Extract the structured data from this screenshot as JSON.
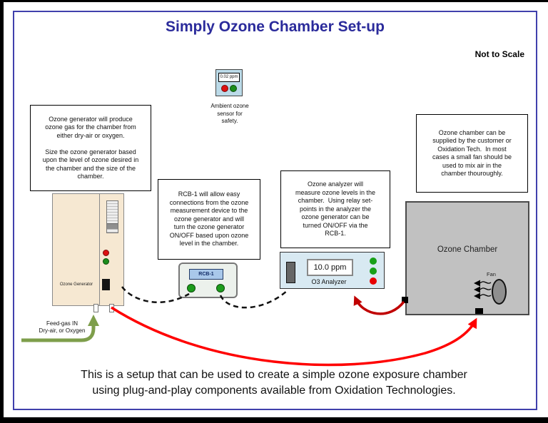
{
  "page": {
    "title": "Simply Ozone Chamber Set-up",
    "scale_note": "Not to Scale",
    "footer": "This is a setup that can be used to create a simple ozone exposure chamber\nusing plug-and-play components available from Oxidation Technologies."
  },
  "ambient_sensor": {
    "display_value": "0.02 ppm",
    "caption": "Ambient ozone\nsensor for\nsafety."
  },
  "annotations": {
    "generator": "Ozone generator will produce\nozone gas for the chamber from\neither dry-air or oxygen.\n\nSize the ozone generator based\nupon the level of ozone desired in\nthe chamber and the size of the\nchamber.",
    "rcb": "RCB-1 will allow easy\nconnections from the ozone\nmeasurement device to the\nozone generator and will\nturn the ozone generator\nON/OFF based upon ozone\nlevel in the chamber.",
    "analyzer": "Ozone analyzer will\nmeasure ozone levels in the\nchamber.  Using relay set-\npoints in the analyzer the\nozone generator can be\nturned ON/OFF via the\nRCB-1.",
    "chamber": "Ozone chamber can be\nsupplied by the customer or\nOxidation Tech.  In most\ncases a small fan should be\nused to mix air in the\nchamber thouroughly."
  },
  "devices": {
    "generator": {
      "label": "Ozone Generator"
    },
    "rcb": {
      "label": "RCB-1"
    },
    "analyzer": {
      "display_value": "10.0 ppm",
      "label": "O3 Analyzer"
    },
    "chamber": {
      "label": "Ozone Chamber",
      "fan_label": "Fan"
    }
  },
  "feed_gas": {
    "label": "Feed-gas IN\nDry-air, or Oxygen"
  },
  "colors": {
    "title_blue": "#2B2B9B",
    "frame_blue": "#4040AC",
    "supply_cable_red": "#FF0000",
    "sample_arrow_red": "#C00000",
    "feed_gas_green": "#7E9E4B",
    "generator_tan": "#F6E8D2",
    "device_panel_blue": "#D8E9F2",
    "chamber_grey": "#C1C1C1",
    "led_green": "#1C8C1C",
    "led_red": "#DD1111"
  }
}
